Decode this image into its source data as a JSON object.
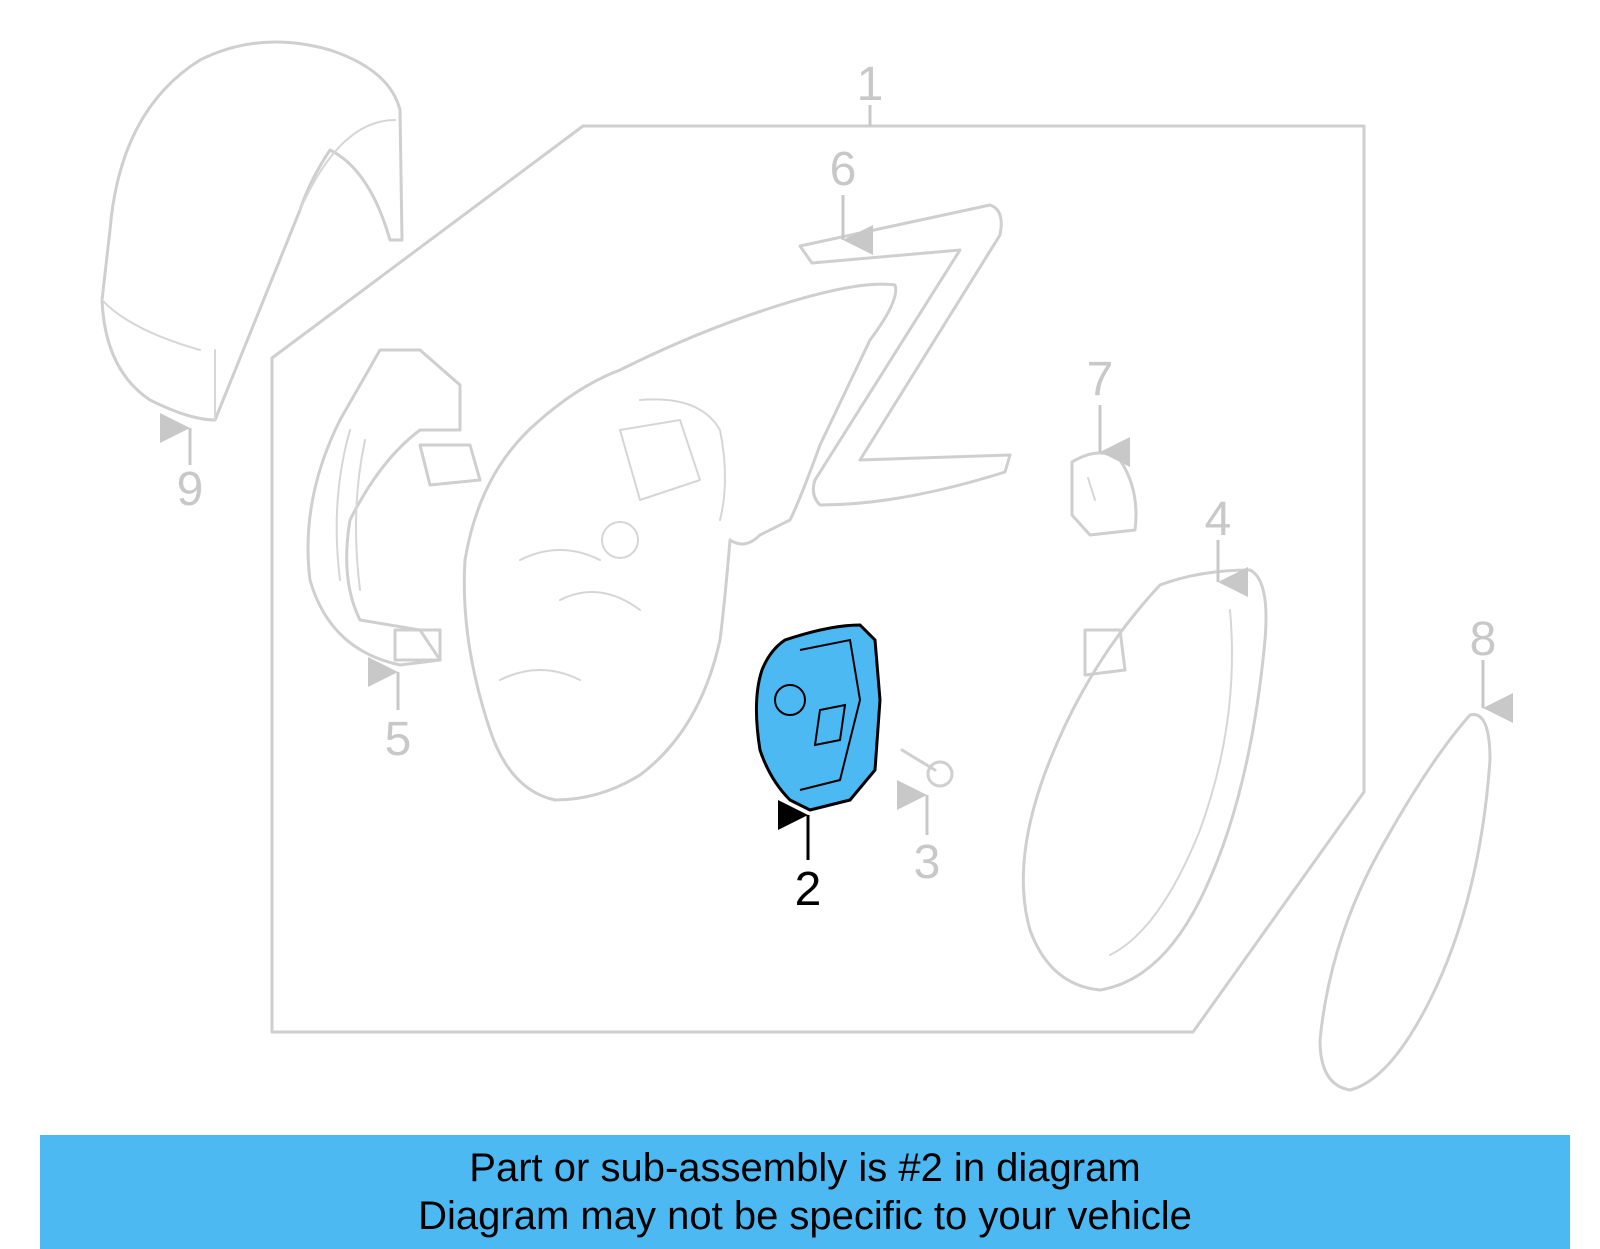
{
  "callouts": {
    "c1": "1",
    "c2": "2",
    "c3": "3",
    "c4": "4",
    "c5": "5",
    "c6": "6",
    "c7": "7",
    "c8": "8",
    "c9": "9"
  },
  "highlighted_part": "2",
  "colors": {
    "highlight_fill": "#4db9f2",
    "ghost_stroke": "#cfcfcf",
    "banner_bg": "#4db9f2"
  },
  "banner": {
    "line1": "Part or sub-assembly is #2 in diagram",
    "line2": "Diagram may not be specific to your vehicle"
  }
}
